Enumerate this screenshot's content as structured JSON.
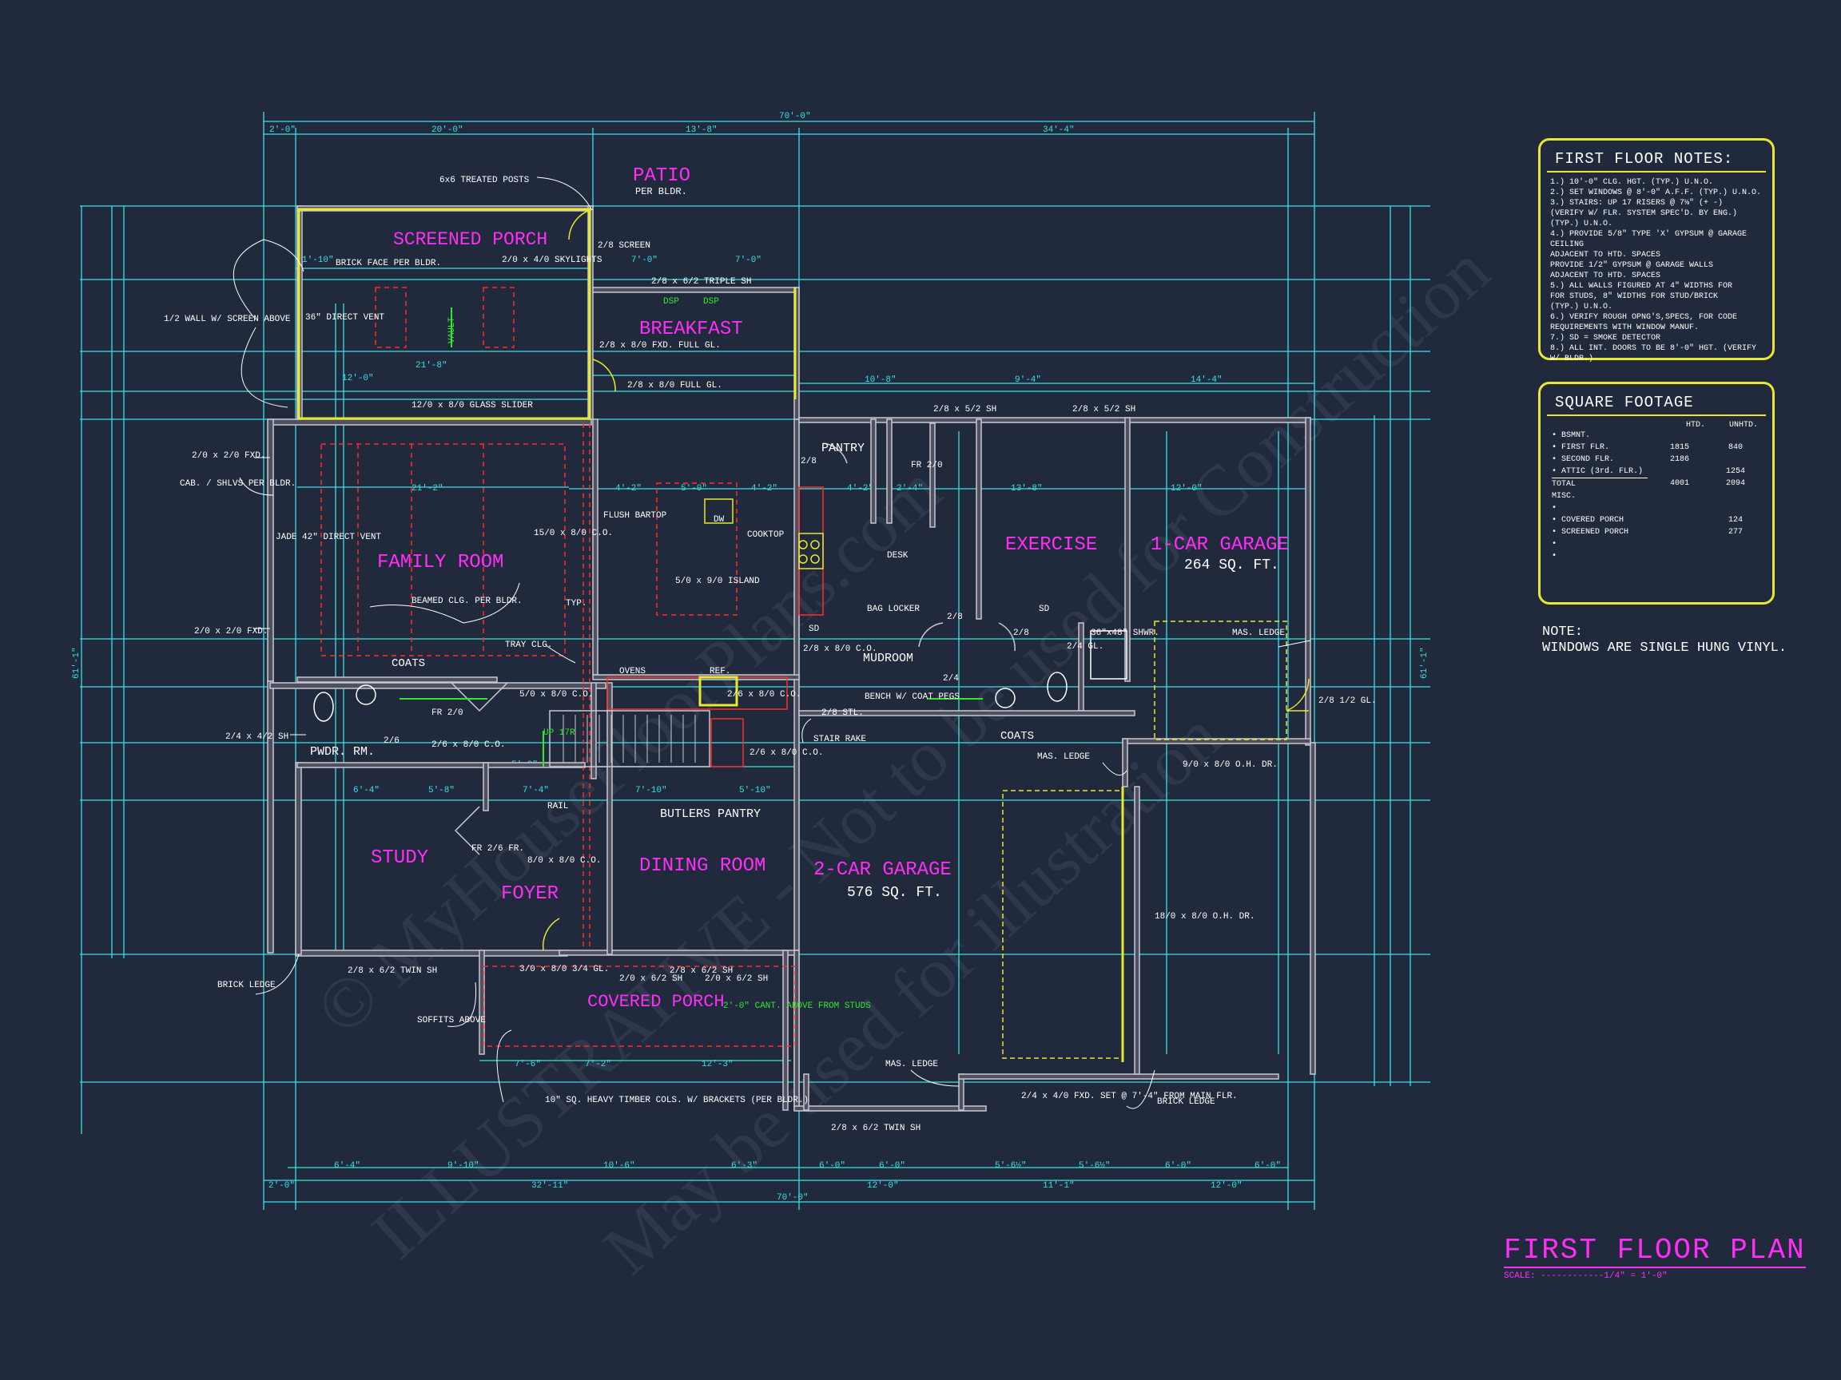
{
  "sheet": {
    "title": "FIRST FLOOR PLAN",
    "scale": "SCALE: ------------1/4\" = 1'-0\"",
    "watermark_lines": [
      "© MyHouseFloorPlans.com",
      "ILLUSTRATIVE - Not to be used for Construction",
      "May be used for illustration"
    ]
  },
  "notes_panel": {
    "title": "FIRST FLOOR NOTES:",
    "items": [
      "1.) 10'-0\" CLG. HGT. (TYP.) U.N.O.",
      "2.) SET WINDOWS @ 8'-0\" A.F.F. (TYP.) U.N.O.",
      "3.) STAIRS: UP 17 RISERS @ 7⅛\" (+ -)\n   (VERIFY W/ FLR. SYSTEM SPEC'D. BY ENG.)\n   (TYP.) U.N.O.",
      "4.) PROVIDE 5/8\" TYPE 'X' GYPSUM @ GARAGE CEILING\n   ADJACENT TO HTD. SPACES\n   PROVIDE 1/2\" GYPSUM @ GARAGE WALLS\n   ADJACENT TO HTD. SPACES",
      "5.) ALL WALLS FIGURED AT 4\" WIDTHS FOR\n   FOR STUDS, 8\" WIDTHS FOR STUD/BRICK\n   (TYP.) U.N.O.",
      "6.) VERIFY ROUGH OPNG'S,SPECS, FOR CODE\n   REQUIREMENTS WITH WINDOW MANUF.",
      "7.) SD = SMOKE DETECTOR",
      "8.) ALL INT. DOORS TO BE 8'-0\" HGT. (VERIFY W/ BLDR.)"
    ]
  },
  "sqft_panel": {
    "title": "SQUARE FOOTAGE",
    "col_htd": "HTD.",
    "col_unhtd": "UNHTD.",
    "rows": [
      {
        "label": "• BSMNT.",
        "htd": "",
        "unhtd": ""
      },
      {
        "label": "• FIRST FLR.",
        "htd": "1815",
        "unhtd": "840"
      },
      {
        "label": "• SECOND FLR.",
        "htd": "2186",
        "unhtd": ""
      },
      {
        "label": "• ATTIC (3rd. FLR.)",
        "htd": "",
        "unhtd": "1254"
      },
      {
        "label": "TOTAL",
        "htd": "4001",
        "unhtd": "2094"
      },
      {
        "label": "MISC.",
        "htd": "",
        "unhtd": ""
      },
      {
        "label": "•",
        "htd": "",
        "unhtd": ""
      },
      {
        "label": "• COVERED PORCH",
        "htd": "",
        "unhtd": "124"
      },
      {
        "label": "• SCREENED PORCH",
        "htd": "",
        "unhtd": "277"
      },
      {
        "label": "•",
        "htd": "",
        "unhtd": ""
      },
      {
        "label": "•",
        "htd": "",
        "unhtd": ""
      }
    ]
  },
  "note_block": {
    "label": "NOTE:",
    "text": "WINDOWS ARE SINGLE HUNG VINYL."
  },
  "rooms": [
    {
      "id": "patio",
      "name": "PATIO",
      "sub": "PER BLDR."
    },
    {
      "id": "screened-porch",
      "name": "SCREENED PORCH",
      "sub": ""
    },
    {
      "id": "breakfast",
      "name": "BREAKFAST",
      "sub": ""
    },
    {
      "id": "family-room",
      "name": "FAMILY ROOM",
      "sub": ""
    },
    {
      "id": "exercise",
      "name": "EXERCISE",
      "sub": ""
    },
    {
      "id": "one-car-garage",
      "name": "1-CAR GARAGE",
      "sub": "264 SQ. FT."
    },
    {
      "id": "pantry",
      "name": "PANTRY",
      "sub": ""
    },
    {
      "id": "mudroom",
      "name": "MUDROOM",
      "sub": ""
    },
    {
      "id": "study",
      "name": "STUDY",
      "sub": ""
    },
    {
      "id": "foyer",
      "name": "FOYER",
      "sub": ""
    },
    {
      "id": "dining-room",
      "name": "DINING ROOM",
      "sub": ""
    },
    {
      "id": "two-car-garage",
      "name": "2-CAR GARAGE",
      "sub": "576 SQ. FT."
    },
    {
      "id": "covered-porch",
      "name": "COVERED PORCH",
      "sub": ""
    },
    {
      "id": "pwdr-rm",
      "name": "PWDR. RM.",
      "sub": ""
    },
    {
      "id": "butlers-pantry",
      "name": "BUTLERS PANTRY",
      "sub": ""
    }
  ],
  "annotations": [
    "6x6 TREATED POSTS",
    "2/8 SCREEN",
    "BRICK FACE PER BLDR.",
    "2/0 x 4/0 SKYLIGHTS",
    "1/2 WALL W/ SCREEN ABOVE",
    "36\" DIRECT VENT",
    "VAULT",
    "2/8 x 6/2 TRIPLE SH",
    "DSP",
    "DSP",
    "2/8 x 8/0 FXD. FULL GL.",
    "2/8 x 8/0 FULL GL.",
    "12/0 x 8/0 GLASS SLIDER",
    "2/0 x 2/0 FXD.",
    "CAB. / SHLVS PER BLDR.",
    "JADE 42\" DIRECT VENT",
    "BEAMED CLG. PER BLDR.",
    "15/0 x 8/0 C.O.",
    "FLUSH BARTOP",
    "5/0 x 9/0 ISLAND",
    "DW",
    "COOKTOP",
    "TRAY CLG.",
    "TYP.",
    "2/0 x 2/0 FXD.",
    "COATS",
    "OVENS",
    "REF.",
    "5/0 x 8/0 C.O.",
    "FR 2/0",
    "2/6 x 8/0 C.O.",
    "UP 17R",
    "2/6",
    "2/4 x 4/2 SH",
    "2/6 x 8/0 C.O.",
    "STAIR RAKE",
    "2/6 x 8/0 C.O.",
    "RAIL",
    "2/8 x 5/2 SH",
    "2/8 x 5/2 SH",
    "FR 2/0",
    "DESK",
    "BAG LOCKER",
    "SD",
    "2/8 x 8/0 C.O.",
    "BENCH W/ COAT PEGS",
    "2/8 STL.",
    "COATS",
    "2/8",
    "2/4 GL.",
    "36\"x48\" SHWR.",
    "SD",
    "MAS. LEDGE",
    "2/8 1/2 GL.",
    "9/0 x 8/0 O.H. DR.",
    "MAS. LEDGE",
    "18/0 x 8/0 O.H. DR.",
    "FR 2/6 FR.",
    "8/0 x 8/0 C.O.",
    "3/0 x 8/0 3/4 GL.",
    "2/8 x 6/2 TWIN SH",
    "2/0 x 6/2 SH",
    "2/8 x 6/2 SH",
    "2/0 x 6/2 SH",
    "2'-0\" CANT. ABOVE FROM STUDS",
    "SOFFITS ABOVE",
    "BRICK LEDGE",
    "10\" SQ. HEAVY TIMBER COLS. W/ BRACKETS (PER BLDR.)",
    "MAS. LEDGE",
    "2/8 x 6/2 TWIN SH",
    "2/4 x 4/0 FXD. SET @ 7'-4\" FROM MAIN FLR.",
    "BRICK LEDGE",
    "2/4",
    "2/8",
    "2/8"
  ],
  "dimensions": {
    "top_overall": "70'-0\"",
    "top_row": [
      "2'-0\"",
      "20'-0\"",
      "13'-8\"",
      "34'-4\""
    ],
    "bottom_overall": "70'-0\"",
    "bottom_row": [
      "2'-0\"",
      "32'-11\"",
      "12'-0\"",
      "11'-1\"",
      "12'-0\""
    ],
    "bottom_inner": [
      "6'-4\"",
      "9'-10\"",
      "10'-6\"",
      "6'-3\"",
      "6'-0\"",
      "6'-0\"",
      "5'-6½\"",
      "5'-6½\"",
      "6'-0\"",
      "6'-0\""
    ],
    "left_overall": "61'-1\"",
    "right_overall": "61'-1\"",
    "interior": [
      "1'-10\"",
      "21'-8\"",
      "12'-0\"",
      "7'-0\"",
      "7'-0\"",
      "10'-8\"",
      "9'-4\"",
      "14'-4\"",
      "21'-2\"",
      "4'-2\"",
      "5'-0\"",
      "4'-2\"",
      "4'-2\"",
      "2'-4\"",
      "13'-8\"",
      "12'-0\"",
      "6'-4\"",
      "5'-8\"",
      "7'-4\"",
      "7'-10\"",
      "5'-10\"",
      "5'-0\"",
      "7'-6\"",
      "7'-2\"",
      "12'-3\""
    ]
  },
  "colors": {
    "background": "#212a3c",
    "dimension": "#38e0e8",
    "room_label": "#ff2ef7",
    "wall": "#c8c8d2",
    "annotation": "#ffffff",
    "panel_border": "#e8e830",
    "hidden_line": "#ff2a2a",
    "green": "#2ee82e",
    "yellow": "#e8e830"
  }
}
